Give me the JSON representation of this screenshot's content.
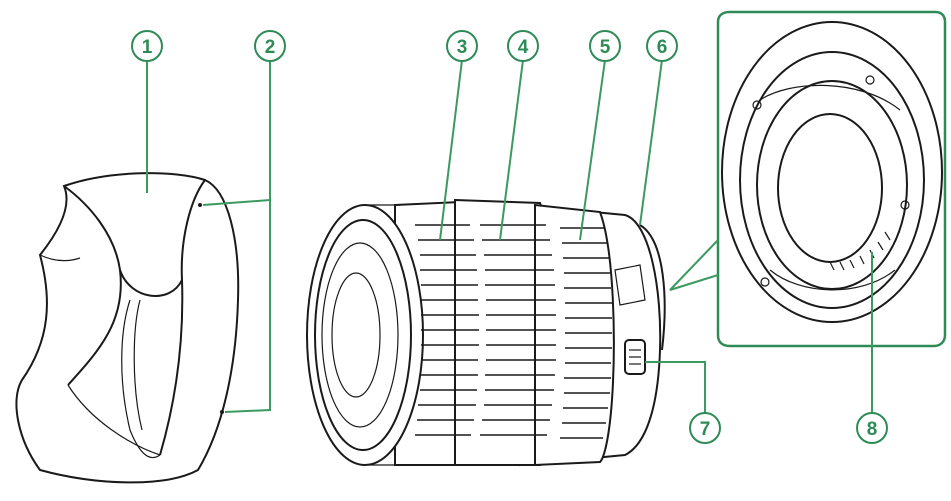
{
  "callouts": [
    {
      "id": 1,
      "label": "1"
    },
    {
      "id": 2,
      "label": "2"
    },
    {
      "id": 3,
      "label": "3"
    },
    {
      "id": 4,
      "label": "4"
    },
    {
      "id": 5,
      "label": "5"
    },
    {
      "id": 6,
      "label": "6"
    },
    {
      "id": 7,
      "label": "7"
    },
    {
      "id": 8,
      "label": "8"
    }
  ],
  "colors": {
    "accent": "#2e8b57",
    "line": "#1a1a1a",
    "background": "#ffffff"
  },
  "icons": [
    "lens-hood",
    "lens-body",
    "lens-mount"
  ]
}
